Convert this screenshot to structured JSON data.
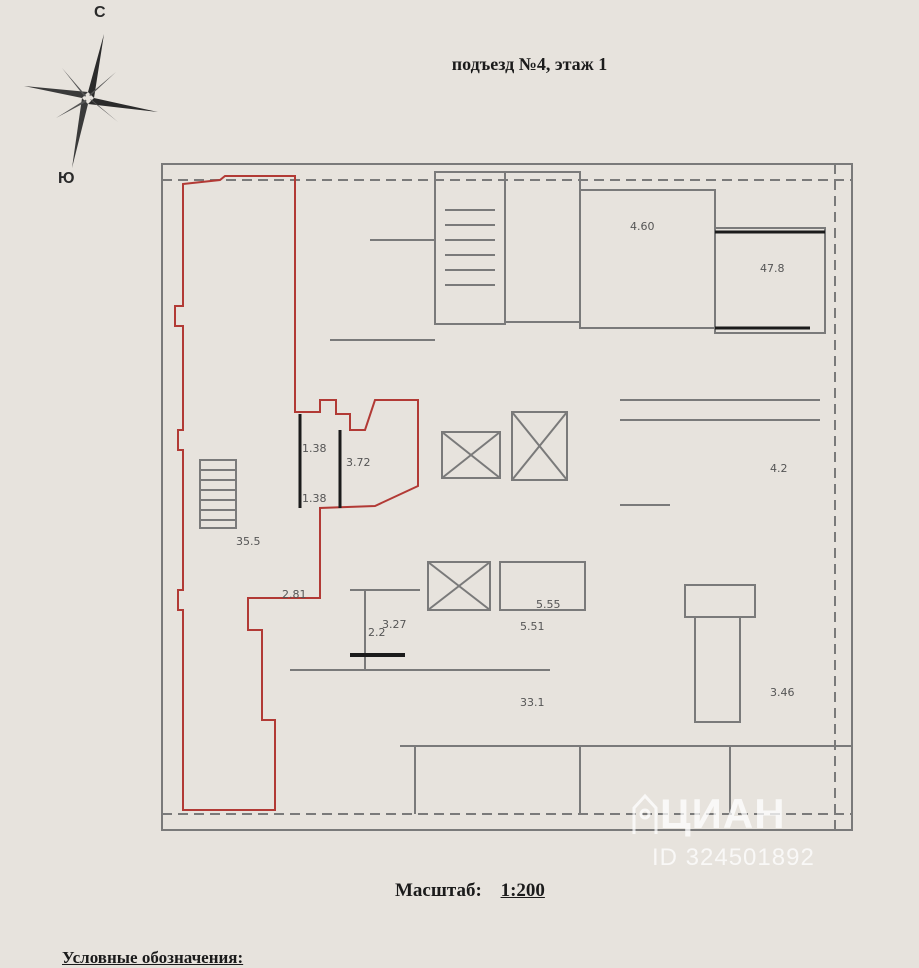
{
  "header": {
    "title": "подъезд №4, этаж 1"
  },
  "compass": {
    "north_label": "С",
    "south_label": "Ю"
  },
  "plan": {
    "room_labels": {
      "strip_area": "35.5",
      "bath_a": "1.38",
      "bath_b": "1.38",
      "corridor": "3.72",
      "closet": "2.2",
      "hall": "33.1",
      "east_area": "4.2",
      "east_upper": "4.60",
      "south_hall": "47.8",
      "south_room": "3.46",
      "north_small": "2.81",
      "mid_small": "3.27",
      "lift_a": "5.55",
      "lift_b": "5.51"
    },
    "highlight_color": "#b23a35",
    "wall_color": "#6f6f6f"
  },
  "scale": {
    "label": "Масштаб:",
    "value": "1:200"
  },
  "legend": {
    "title": "Условные обозначения:"
  },
  "watermark": {
    "brand": "ЦИАН",
    "id_text": "ID 324501892"
  }
}
